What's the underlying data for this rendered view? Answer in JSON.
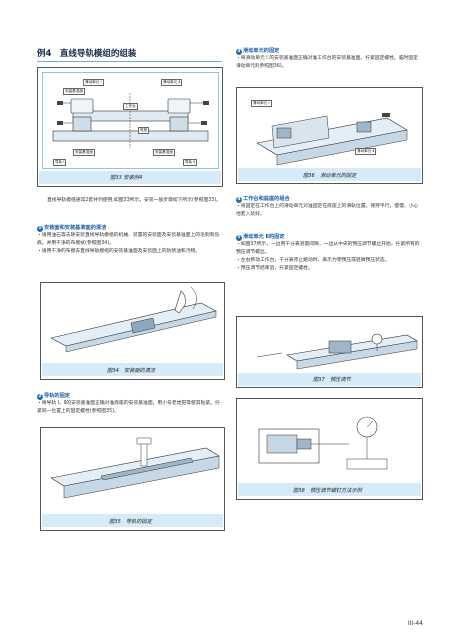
{
  "heading": "例4　直线导轨模组的组装",
  "fig33": {
    "caption": "图33 安装例4",
    "labels": {
      "l1": "滑动单元 Ⅰ",
      "l2": "安装基准面",
      "l3": "滑动单元 Ⅱ",
      "l4": "工作台",
      "l5": "底座",
      "l6": "安装基准面",
      "l7": "导轨 Ⅰ",
      "l8": "安装基准面",
      "l9": "导轨 Ⅱ"
    }
  },
  "intro": "直线导轨模组通常2套并列使用,如图33所示。安装一般步骤如下所示(参照图33)。",
  "s1": {
    "num": "1",
    "title": "安装面和安装基准面的清洁",
    "items": [
      "・请用油石等去除安装直线导轨模组的机械、装置的安装面及安装基准面上的毛刺和伤痕。并用干净的布擦拭(参照图34)。",
      "・请用干净的布擦去直线导轨模组的安装基准面及安装面上的防锈油和污物。"
    ]
  },
  "fig34": {
    "caption": "图34　安装面的清洁"
  },
  "s2": {
    "num": "2",
    "title": "导轨的固定",
    "items": [
      "・将导轨 Ⅰ、Ⅱ的安装基准面正确对准底座的安装基准面。用小号老虎钳等使其贴紧。拧紧同一位置上的固定螺栓(参照图35)。"
    ]
  },
  "fig35": {
    "caption": "图35　导轨的固定"
  },
  "s3": {
    "num": "3",
    "title": "滑动单元的固定",
    "items": [
      "・将滑动单元 Ⅰ 的安装基准面正确对准工作台的安装基准面。拧紧固定螺栓。临时固定滑动单元Ⅱ(参照图36)。"
    ]
  },
  "fig36": {
    "caption": "图36　滑动单元的固定",
    "labels": {
      "a": "滑动单元 Ⅰ",
      "b": "滑动单元 Ⅱ"
    }
  },
  "s4": {
    "num": "4",
    "title": "工作台和底座的组合",
    "items": [
      "・将固定在工作台上的滑动单元对准固定在底座上的滑轨位置。保持平行，慢慢、小心地套入装好。"
    ]
  },
  "s5": {
    "num": "5",
    "title": "滑动单元 Ⅱ的固定",
    "items": [
      "・如图37所示，一边用千分表测量间隙，一边从中央的预压调节螺丝开始，拧紧所有的预压调节螺丝。",
      "・左右移动工作台，千分表停止跳动时，表示为零预压或轻微预压状态。",
      "・预压调节结束后，拧紧固定螺栓。"
    ]
  },
  "fig37": {
    "caption": "图37　预压调节"
  },
  "fig38": {
    "caption": "图38　预压调节螺钉方法示例"
  },
  "page_number": "III-44"
}
